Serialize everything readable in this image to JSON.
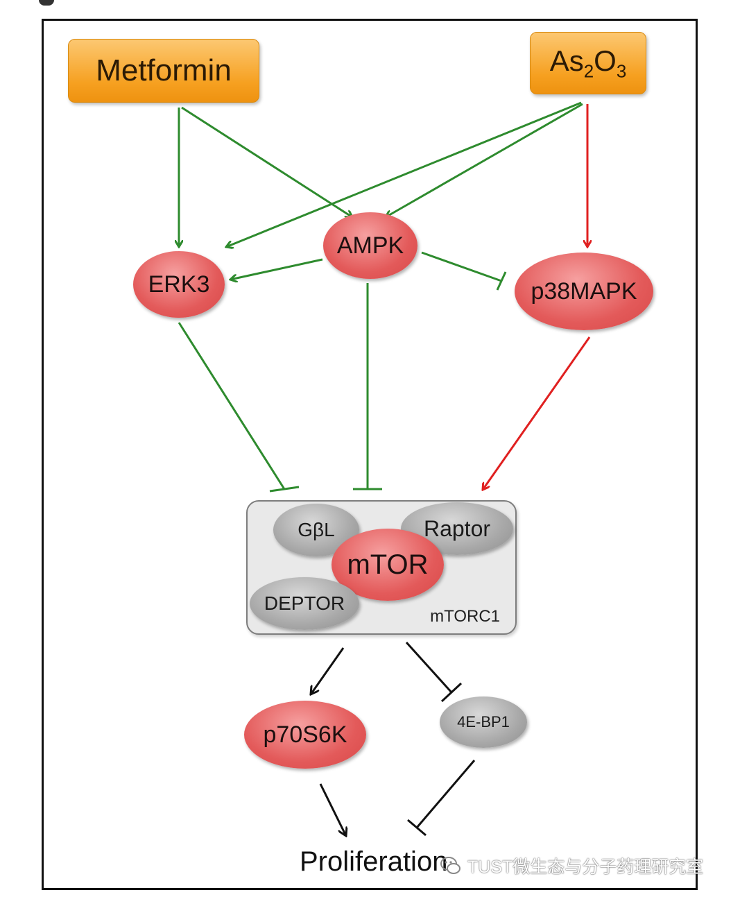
{
  "drugs": {
    "metformin": "Metformin",
    "as2o3": {
      "base": "As",
      "sub1": "2",
      "mid": "O",
      "sub2": "3"
    }
  },
  "nodes": {
    "ampk": "AMPK",
    "erk3": "ERK3",
    "p38mapk": "p38MAPK",
    "gbl": "GβL",
    "raptor": "Raptor",
    "mtor": "mTOR",
    "deptor": "DEPTOR",
    "p70s6k": "p70S6K",
    "fourebp1": "4E-BP1"
  },
  "complex_label": "mTORC1",
  "outcome": "Proliferation",
  "watermark": "TUST微生态与分子药理研究室",
  "colors": {
    "activate_green": "#2e8b2e",
    "activate_red": "#e02020",
    "arrow_black": "#111111"
  },
  "edges": [
    {
      "from": "Metformin",
      "to": "ERK3",
      "type": "activation",
      "color": "green"
    },
    {
      "from": "Metformin",
      "to": "AMPK",
      "type": "activation",
      "color": "green"
    },
    {
      "from": "As2O3",
      "to": "ERK3",
      "type": "activation",
      "color": "green"
    },
    {
      "from": "As2O3",
      "to": "AMPK",
      "type": "activation",
      "color": "green"
    },
    {
      "from": "As2O3",
      "to": "p38MAPK",
      "type": "activation",
      "color": "red"
    },
    {
      "from": "AMPK",
      "to": "ERK3",
      "type": "activation",
      "color": "green"
    },
    {
      "from": "AMPK",
      "to": "p38MAPK",
      "type": "inhibition",
      "color": "green"
    },
    {
      "from": "ERK3",
      "to": "mTORC1",
      "type": "inhibition",
      "color": "green"
    },
    {
      "from": "AMPK",
      "to": "mTORC1",
      "type": "inhibition",
      "color": "green"
    },
    {
      "from": "p38MAPK",
      "to": "mTORC1",
      "type": "activation",
      "color": "red"
    },
    {
      "from": "mTORC1",
      "to": "p70S6K",
      "type": "activation",
      "color": "black"
    },
    {
      "from": "mTORC1",
      "to": "4E-BP1",
      "type": "inhibition",
      "color": "black"
    },
    {
      "from": "p70S6K",
      "to": "Proliferation",
      "type": "activation",
      "color": "black"
    },
    {
      "from": "4E-BP1",
      "to": "Proliferation",
      "type": "inhibition",
      "color": "black"
    }
  ]
}
